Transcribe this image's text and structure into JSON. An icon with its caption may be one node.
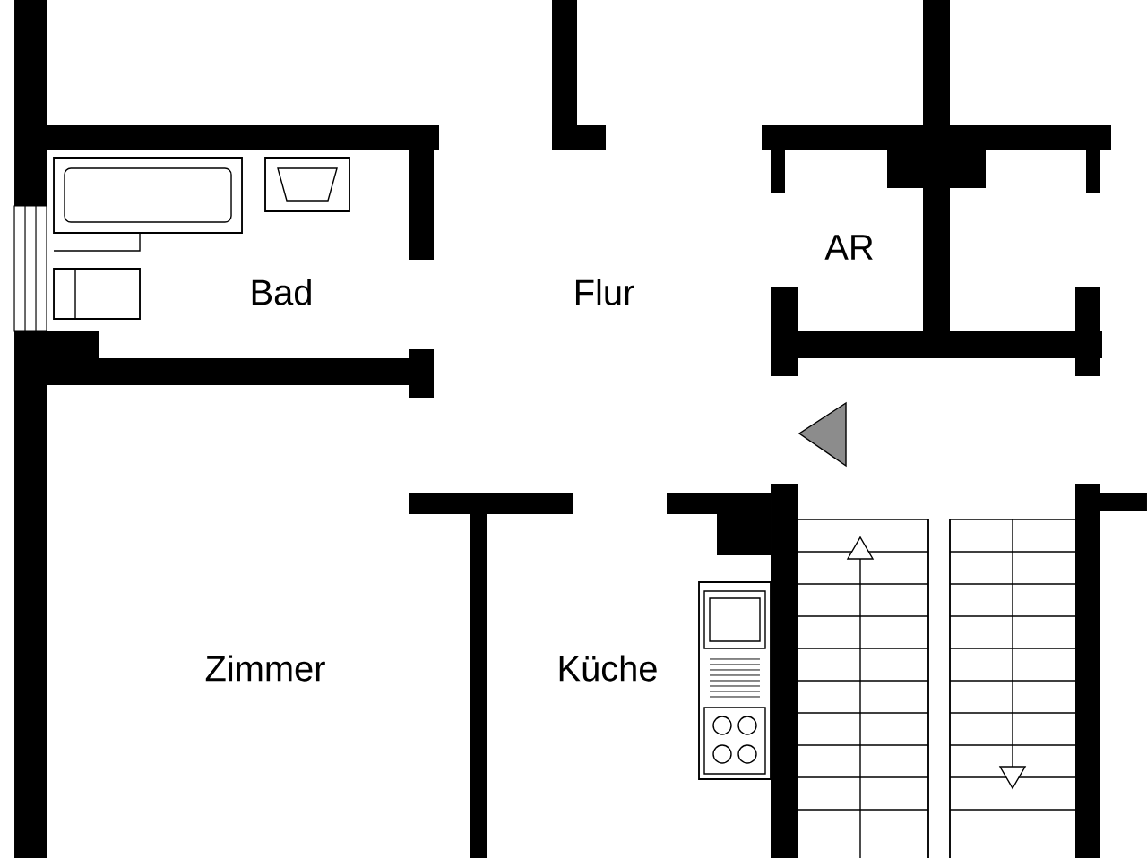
{
  "diagram": {
    "labels": [
      "Bad",
      "Flur",
      "AR",
      "Zimmer",
      "Küche"
    ]
  }
}
